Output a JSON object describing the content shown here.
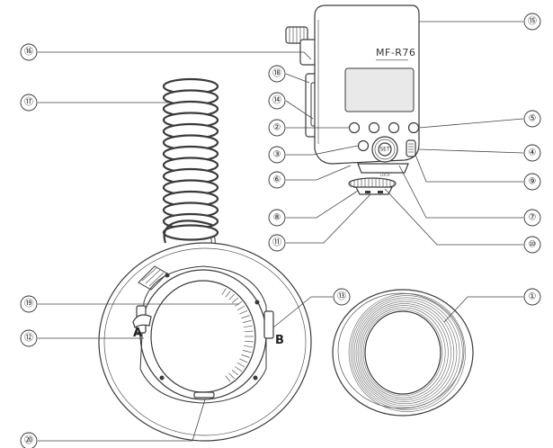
{
  "product": {
    "model_label": "MF-R76",
    "lock_label": "LOCK",
    "set_label": "SET",
    "mount_mark_a": "A",
    "mount_mark_b": "B"
  },
  "callouts": [
    {
      "id": "c1",
      "label": "①"
    },
    {
      "id": "c2",
      "label": "②"
    },
    {
      "id": "c3",
      "label": "③"
    },
    {
      "id": "c4",
      "label": "④"
    },
    {
      "id": "c5",
      "label": "⑤"
    },
    {
      "id": "c6",
      "label": "⑥"
    },
    {
      "id": "c7",
      "label": "⑦"
    },
    {
      "id": "c8",
      "label": "⑧"
    },
    {
      "id": "c9",
      "label": "⑨"
    },
    {
      "id": "c10",
      "label": "⑩"
    },
    {
      "id": "c11",
      "label": "⑪"
    },
    {
      "id": "c12",
      "label": "⑫"
    },
    {
      "id": "c13",
      "label": "⑬"
    },
    {
      "id": "c14",
      "label": "⑭"
    },
    {
      "id": "c15",
      "label": "⑮"
    },
    {
      "id": "c16",
      "label": "⑯"
    },
    {
      "id": "c17",
      "label": "⑰"
    },
    {
      "id": "c18",
      "label": "⑱"
    },
    {
      "id": "c19",
      "label": "⑲"
    },
    {
      "id": "c20",
      "label": "⑳"
    }
  ]
}
